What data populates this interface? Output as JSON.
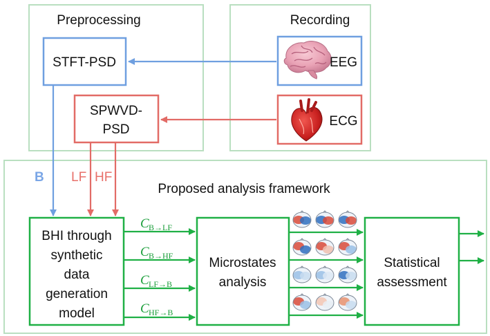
{
  "panels": {
    "preprocessing": "Preprocessing",
    "recording": "Recording",
    "framework": "Proposed analysis framework"
  },
  "boxes": {
    "stft": "STFT-PSD",
    "spwvd_line1": "SPWVD-",
    "spwvd_line2": "PSD",
    "eeg": "EEG",
    "ecg": "ECG",
    "bhi": [
      "BHI through",
      "synthetic",
      "data",
      "generation",
      "model"
    ],
    "microstates": [
      "Microstates",
      "analysis"
    ],
    "statistical": [
      "Statistical",
      "assessment"
    ]
  },
  "signals": {
    "b": "B",
    "lf": "LF",
    "hf": "HF"
  },
  "couplings": [
    {
      "main": "C",
      "sub": "B→LF"
    },
    {
      "main": "C",
      "sub": "B→HF"
    },
    {
      "main": "C",
      "sub": "LF→B"
    },
    {
      "main": "C",
      "sub": "HF→B"
    }
  ],
  "colors": {
    "panel_border": "#b9dfc0",
    "green": "#1fb045",
    "blue": "#6f9fe0",
    "red": "#e26b66",
    "b_label": "#7aa6e6",
    "lf_label": "#e8706a"
  },
  "icons": {
    "eeg": "brain-icon",
    "ecg": "heart-icon",
    "topomap": "scalp-topography-map"
  }
}
